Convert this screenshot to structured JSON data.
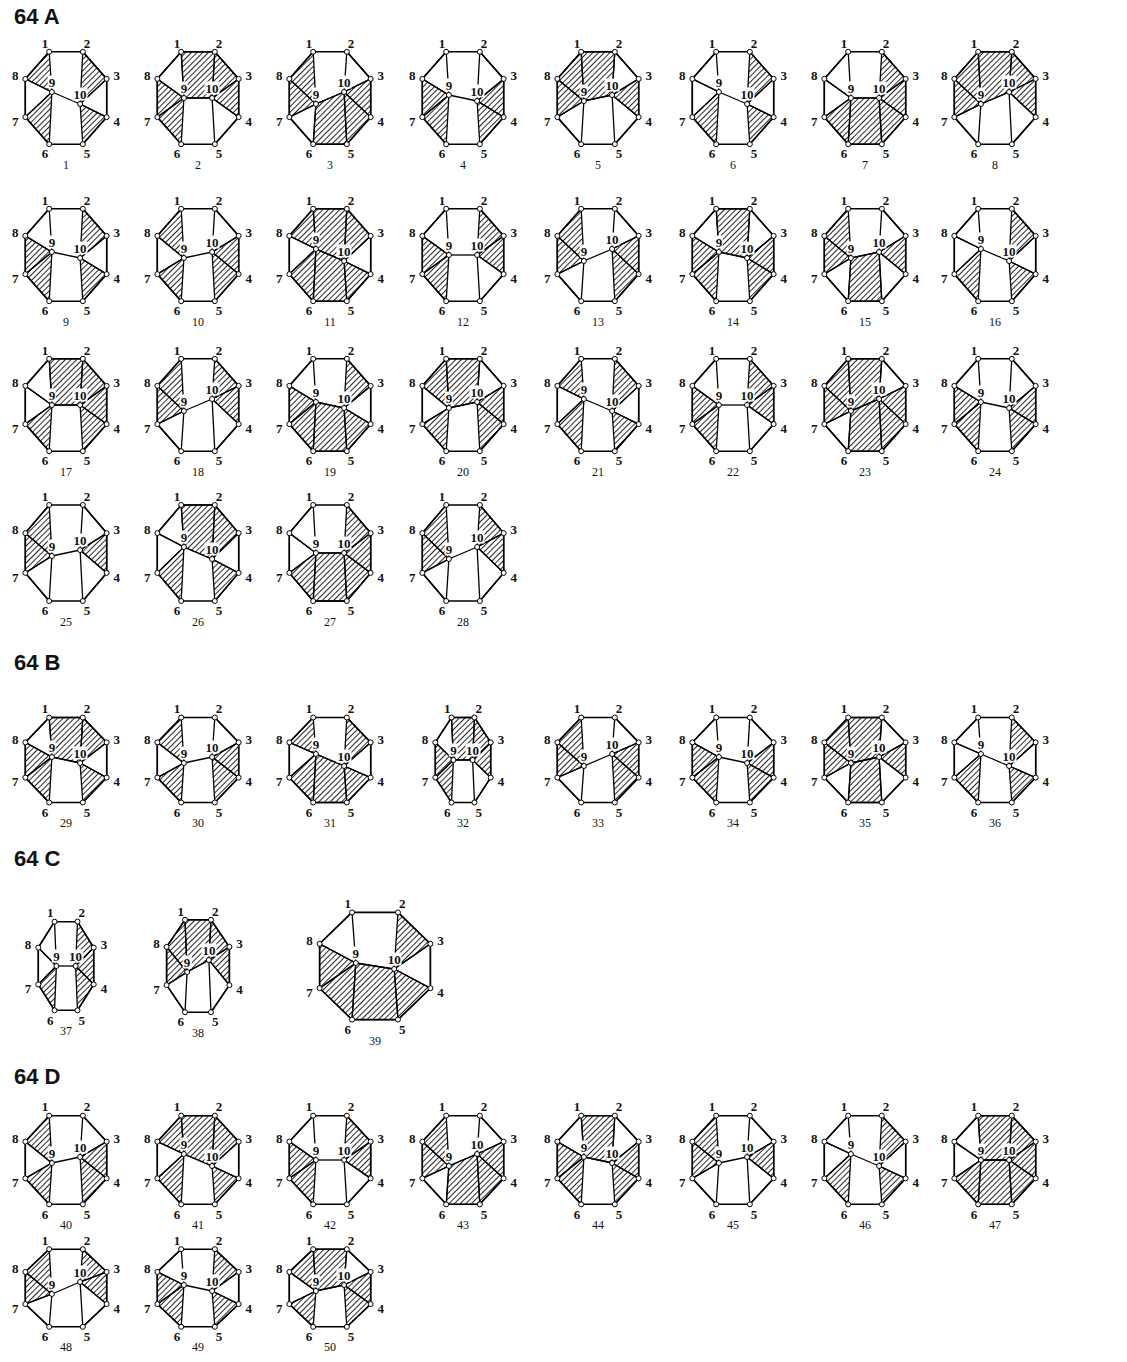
{
  "diagram": {
    "labels": [
      "64 A",
      "1",
      "2",
      "3",
      "4",
      "5",
      "6",
      "7",
      "8",
      "9",
      "10",
      "1",
      "1",
      "2",
      "3",
      "4",
      "5",
      "6",
      "7",
      "8",
      "9",
      "10",
      "2",
      "1",
      "2",
      "3",
      "4",
      "5",
      "6",
      "7",
      "8",
      "9",
      "10",
      "3",
      "1",
      "2",
      "3",
      "4",
      "5",
      "6",
      "7",
      "8",
      "9",
      "10",
      "4",
      "1",
      "2",
      "3",
      "4",
      "5",
      "6",
      "7",
      "8",
      "9",
      "10",
      "5",
      "1",
      "2",
      "3",
      "4",
      "5",
      "6",
      "7",
      "8",
      "9",
      "10",
      "6",
      "1",
      "2",
      "3",
      "4",
      "5",
      "6",
      "7",
      "8",
      "9",
      "10",
      "7",
      "1",
      "2",
      "3",
      "4",
      "5",
      "6",
      "7",
      "8",
      "9",
      "10",
      "8",
      "1",
      "2",
      "3",
      "4",
      "5",
      "6",
      "7",
      "8",
      "9",
      "10",
      "9",
      "1",
      "2",
      "3",
      "4",
      "5",
      "6",
      "7",
      "8",
      "9",
      "10",
      "10",
      "1",
      "2",
      "3",
      "4",
      "5",
      "6",
      "7",
      "8",
      "9",
      "10",
      "11",
      "1",
      "2",
      "3",
      "4",
      "5",
      "6",
      "7",
      "8",
      "9",
      "10",
      "12",
      "1",
      "2",
      "3",
      "4",
      "5",
      "6",
      "7",
      "8",
      "9",
      "10",
      "13",
      "1",
      "2",
      "3",
      "4",
      "5",
      "6",
      "7",
      "8",
      "9",
      "10",
      "14",
      "1",
      "2",
      "3",
      "4",
      "5",
      "6",
      "7",
      "8",
      "9",
      "10",
      "15",
      "1",
      "2",
      "3",
      "4",
      "5",
      "6",
      "7",
      "8",
      "9",
      "10",
      "16",
      "1",
      "2",
      "3",
      "4",
      "5",
      "6",
      "7",
      "8",
      "9",
      "10",
      "17",
      "1",
      "2",
      "3",
      "4",
      "5",
      "6",
      "7",
      "8",
      "9",
      "10",
      "18",
      "1",
      "2",
      "3",
      "4",
      "5",
      "6",
      "7",
      "8",
      "9",
      "10",
      "19",
      "1",
      "2",
      "3",
      "4",
      "5",
      "6",
      "7",
      "8",
      "9",
      "10",
      "20",
      "1",
      "2",
      "3",
      "4",
      "5",
      "6",
      "7",
      "8",
      "9",
      "10",
      "21",
      "1",
      "2",
      "3",
      "4",
      "5",
      "6",
      "7",
      "8",
      "9",
      "10",
      "22",
      "1",
      "2",
      "3",
      "4",
      "5",
      "6",
      "7",
      "8",
      "9",
      "10",
      "23",
      "1",
      "2",
      "3",
      "4",
      "5",
      "6",
      "7",
      "8",
      "9",
      "10",
      "24",
      "1",
      "2",
      "3",
      "4",
      "5",
      "6",
      "7",
      "8",
      "9",
      "10",
      "25",
      "1",
      "2",
      "3",
      "4",
      "5",
      "6",
      "7",
      "8",
      "9",
      "10",
      "26",
      "1",
      "2",
      "3",
      "4",
      "5",
      "6",
      "7",
      "8",
      "9",
      "10",
      "27",
      "1",
      "2",
      "3",
      "4",
      "5",
      "6",
      "7",
      "8",
      "9",
      "10",
      "28",
      "64 B",
      "1",
      "2",
      "3",
      "4",
      "5",
      "6",
      "7",
      "8",
      "9",
      "10",
      "29",
      "1",
      "2",
      "3",
      "4",
      "5",
      "6",
      "7",
      "8",
      "9",
      "10",
      "30",
      "1",
      "2",
      "3",
      "4",
      "5",
      "6",
      "7",
      "8",
      "9",
      "10",
      "31",
      "1",
      "2",
      "3",
      "4",
      "5",
      "6",
      "7",
      "8",
      "9",
      "10",
      "32",
      "1",
      "2",
      "3",
      "4",
      "5",
      "6",
      "7",
      "8",
      "9",
      "10",
      "33",
      "1",
      "2",
      "3",
      "4",
      "5",
      "6",
      "7",
      "8",
      "9",
      "10",
      "34",
      "1",
      "2",
      "3",
      "4",
      "5",
      "6",
      "7",
      "8",
      "9",
      "10",
      "35",
      "1",
      "2",
      "3",
      "4",
      "5",
      "6",
      "7",
      "8",
      "9",
      "10",
      "36",
      "64 C",
      "1",
      "2",
      "3",
      "4",
      "5",
      "6",
      "7",
      "8",
      "9",
      "10",
      "37",
      "1",
      "2",
      "3",
      "4",
      "5",
      "6",
      "7",
      "8",
      "9",
      "10",
      "38",
      "1",
      "2",
      "3",
      "4",
      "5",
      "6",
      "7",
      "8",
      "9",
      "10",
      "39",
      "64 D",
      "1",
      "2",
      "3",
      "4",
      "5",
      "6",
      "7",
      "8",
      "9",
      "10",
      "40",
      "1",
      "2",
      "3",
      "4",
      "5",
      "6",
      "7",
      "8",
      "9",
      "10",
      "41",
      "1",
      "2",
      "3",
      "4",
      "5",
      "6",
      "7",
      "8",
      "9",
      "10",
      "42",
      "1",
      "2",
      "3",
      "4",
      "5",
      "6",
      "7",
      "8",
      "9",
      "10",
      "43",
      "1",
      "2",
      "3",
      "4",
      "5",
      "6",
      "7",
      "8",
      "9",
      "10",
      "44",
      "1",
      "2",
      "3",
      "4",
      "5",
      "6",
      "7",
      "8",
      "9",
      "10",
      "45",
      "1",
      "2",
      "3",
      "4",
      "5",
      "6",
      "7",
      "8",
      "9",
      "10",
      "46",
      "1",
      "2",
      "3",
      "4",
      "5",
      "6",
      "7",
      "8",
      "9",
      "10",
      "47",
      "1",
      "2",
      "3",
      "4",
      "5",
      "6",
      "7",
      "8",
      "9",
      "10",
      "48",
      "1",
      "2",
      "3",
      "4",
      "5",
      "6",
      "7",
      "8",
      "9",
      "10",
      "49",
      "1",
      "2",
      "3",
      "4",
      "5",
      "6",
      "7",
      "8",
      "9",
      "10",
      "50"
    ]
  }
}
